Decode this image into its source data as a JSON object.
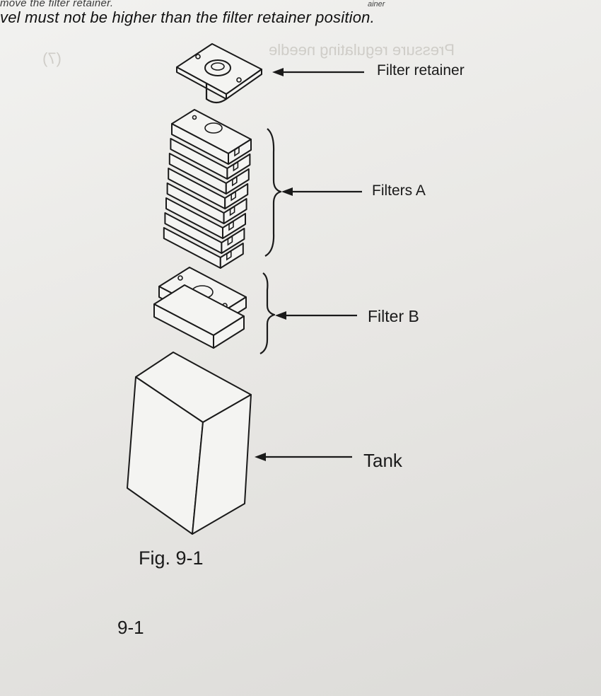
{
  "header": {
    "line1": "move the filter retainer.",
    "line1_fragment": "ainer",
    "line2": "vel must not be higher than the filter retainer position."
  },
  "labels": {
    "filter_retainer": "Filter retainer",
    "filters_a": "Filters A",
    "filter_b": "Filter B",
    "tank": "Tank"
  },
  "figure": {
    "caption": "Fig. 9-1"
  },
  "page": {
    "number": "9-1"
  }
}
